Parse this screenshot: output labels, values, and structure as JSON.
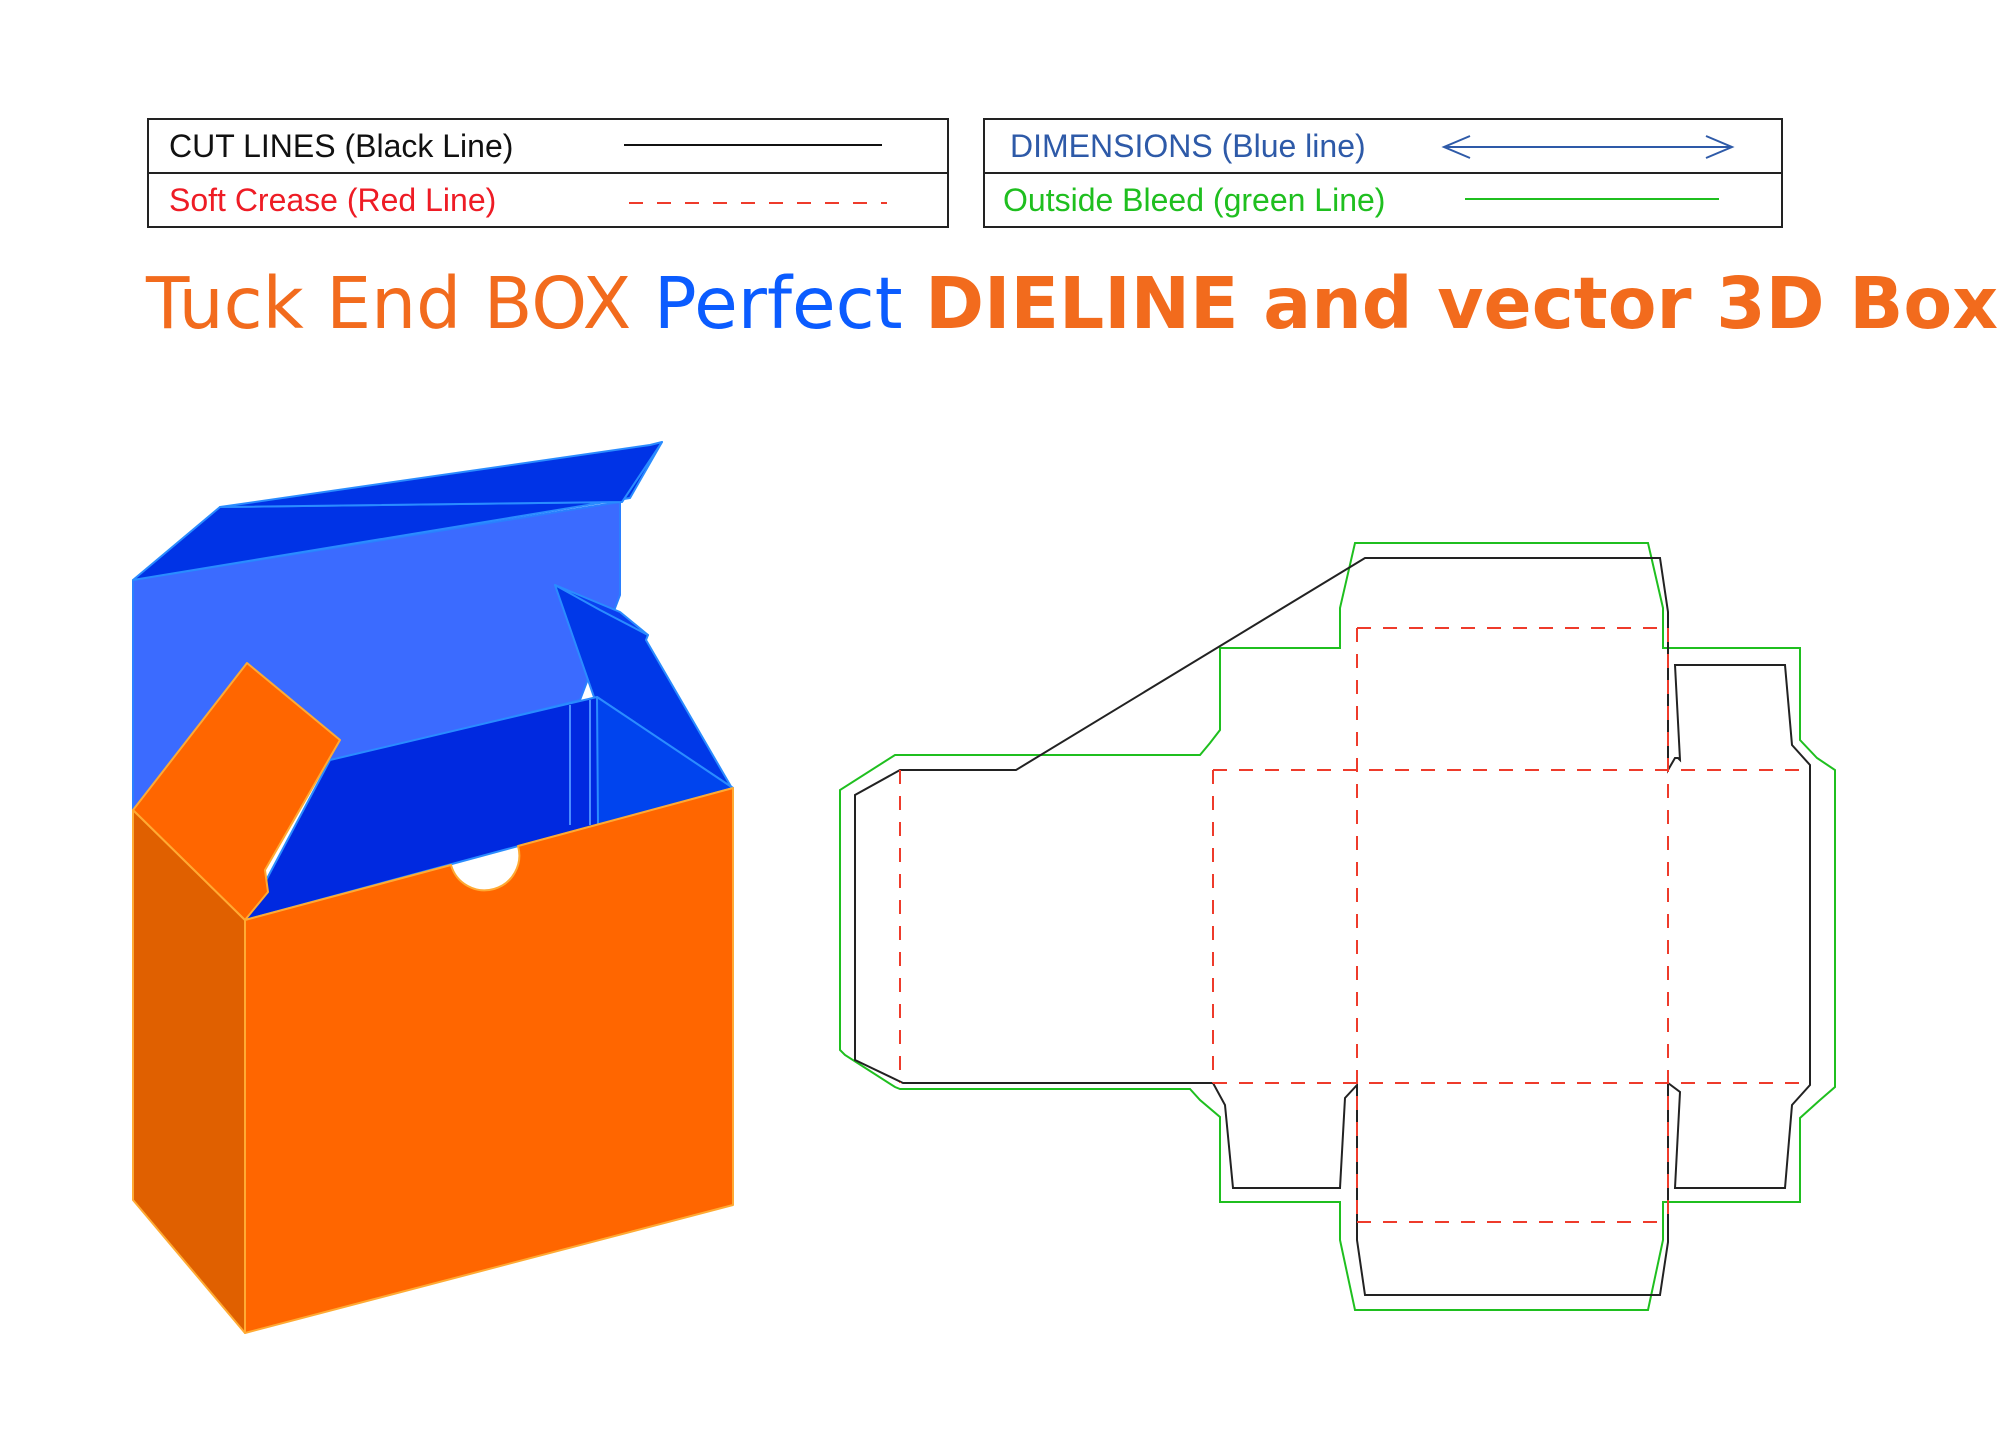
{
  "legend": {
    "cut_lines": {
      "label": "CUT LINES (Black Line)",
      "color": "#111111"
    },
    "soft_crease": {
      "label": "Soft Crease (Red Line)",
      "color": "#ee1c25"
    },
    "dimensions": {
      "label": "DIMENSIONS (Blue line)",
      "color": "#2e5aa8"
    },
    "outside_bleed": {
      "label": "Outside Bleed (green Line)",
      "color": "#1fbf1f"
    }
  },
  "headline": {
    "part1": "Tuck End BOX",
    "part2": "Perfect",
    "part3": "DIELINE and vector 3D Box",
    "color_orange": "#f26b1d",
    "color_blue": "#0b5cff"
  },
  "colors": {
    "box_orange": "#ff6600",
    "box_orange_side": "#e06000",
    "box_blue_light": "#3b6bff",
    "box_blue_dark": "#002ee0",
    "box_blue_mid": "#0044ee",
    "dieline_cut": "#222222",
    "dieline_crease": "#ee3b2b",
    "dieline_bleed": "#1fbf1f"
  }
}
